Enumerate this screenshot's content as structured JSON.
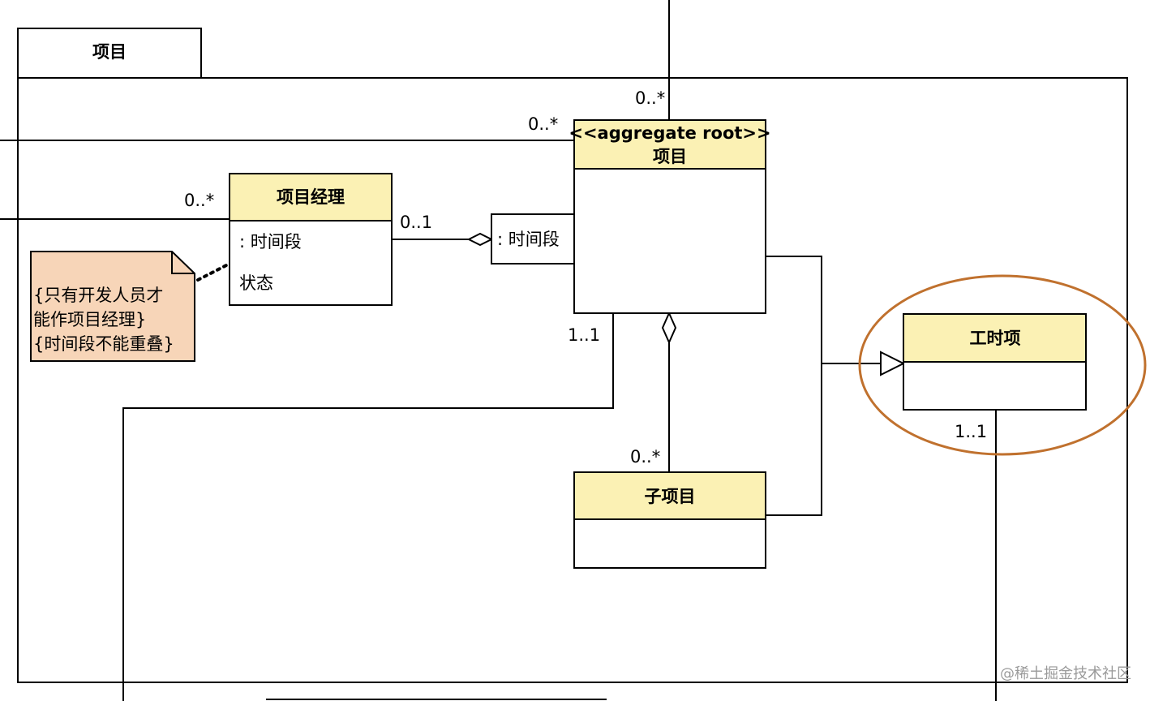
{
  "package": {
    "tab_label": "项目"
  },
  "classes": {
    "project_root": {
      "stereotype": "<<aggregate root>>",
      "name": "项目"
    },
    "project_manager": {
      "name": "项目经理",
      "attributes": [
        ": 时间段",
        "状态"
      ]
    },
    "sub_project": {
      "name": "子项目"
    },
    "work_item": {
      "name": "工时项"
    }
  },
  "qualifier": {
    "label": ": 时间段"
  },
  "note": {
    "lines": [
      "{只有开发人员才",
      "能作项目经理}",
      "{时间段不能重叠}"
    ]
  },
  "multiplicities": {
    "top_line": "0..*",
    "left_line": "0..*",
    "manager_left": "0..*",
    "manager_right": "0..1",
    "root_bottom": "1..1",
    "sub_top": "0..*",
    "work_bottom": "1..1"
  },
  "watermark": "@稀土掘金技术社区",
  "colors": {
    "class_header": "#fbf1b4",
    "note_fill": "#f7d5b8",
    "highlight_ellipse": "#c0712e",
    "line": "#000000"
  }
}
